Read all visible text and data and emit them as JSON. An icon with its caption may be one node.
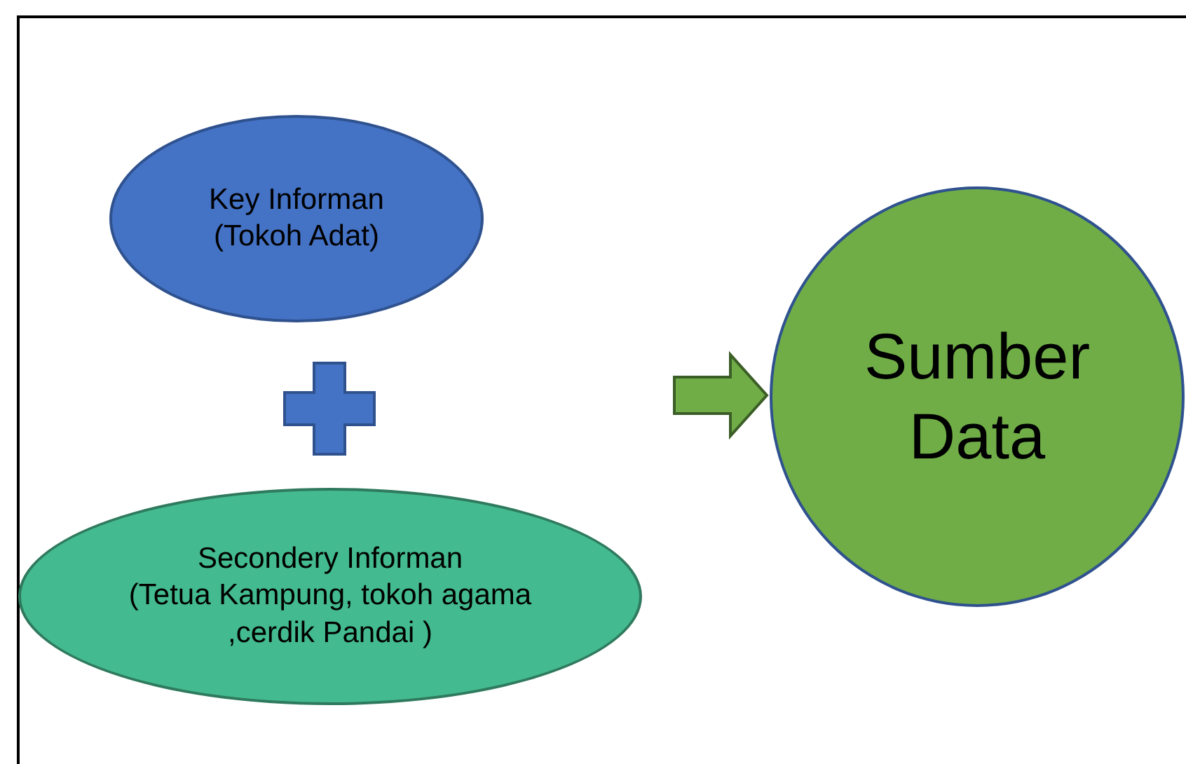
{
  "diagram": {
    "nodes": [
      {
        "text": [
          "Key Informan",
          "(Tokoh Adat)"
        ]
      },
      {
        "text": [],
        "shape": "plus"
      },
      {
        "text": [
          "Secondery Informan",
          "(Tetua Kampung, tokoh agama ,cerdik Pandai )"
        ]
      },
      {
        "text": [
          "Sumber Data"
        ]
      }
    ],
    "edges": [
      {
        "from": null,
        "to": 3,
        "arrow": "to"
      }
    ]
  }
}
